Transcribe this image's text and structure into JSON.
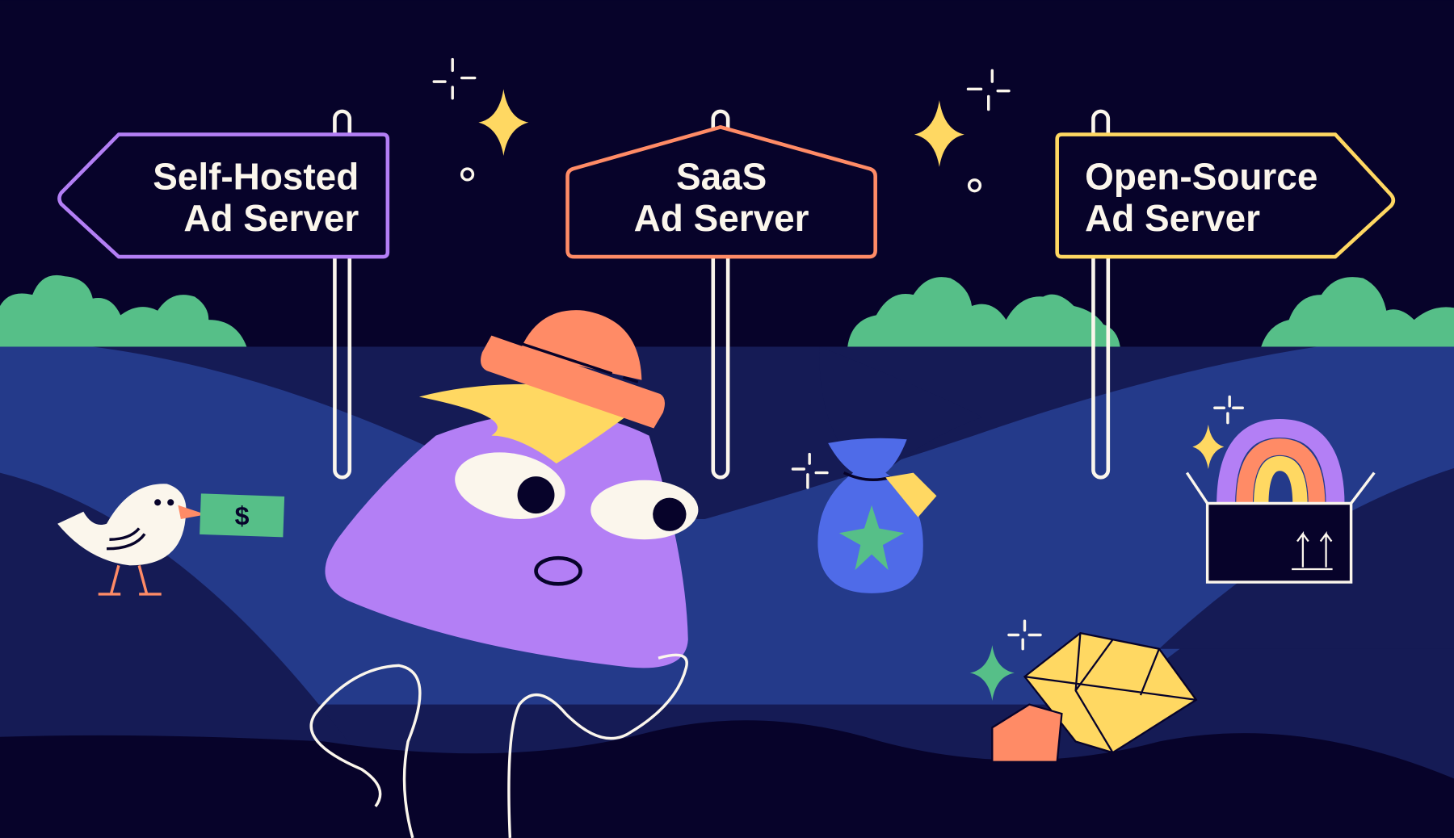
{
  "signs": {
    "left": {
      "line1": "Self-Hosted",
      "line2": "Ad Server"
    },
    "center": {
      "line1": "SaaS",
      "line2": "Ad Server"
    },
    "right": {
      "line1": "Open-Source",
      "line2": "Ad Server"
    }
  },
  "money_symbol": "$",
  "colors": {
    "sky": "#07032a",
    "ground_dark": "#151b55",
    "ground_mid": "#243a8a",
    "bush": "#56bf88",
    "purple": "#b37ff5",
    "orange": "#ff8b66",
    "yellow": "#ffd862",
    "blue": "#4f6be8",
    "cream": "#fbf6ec"
  }
}
